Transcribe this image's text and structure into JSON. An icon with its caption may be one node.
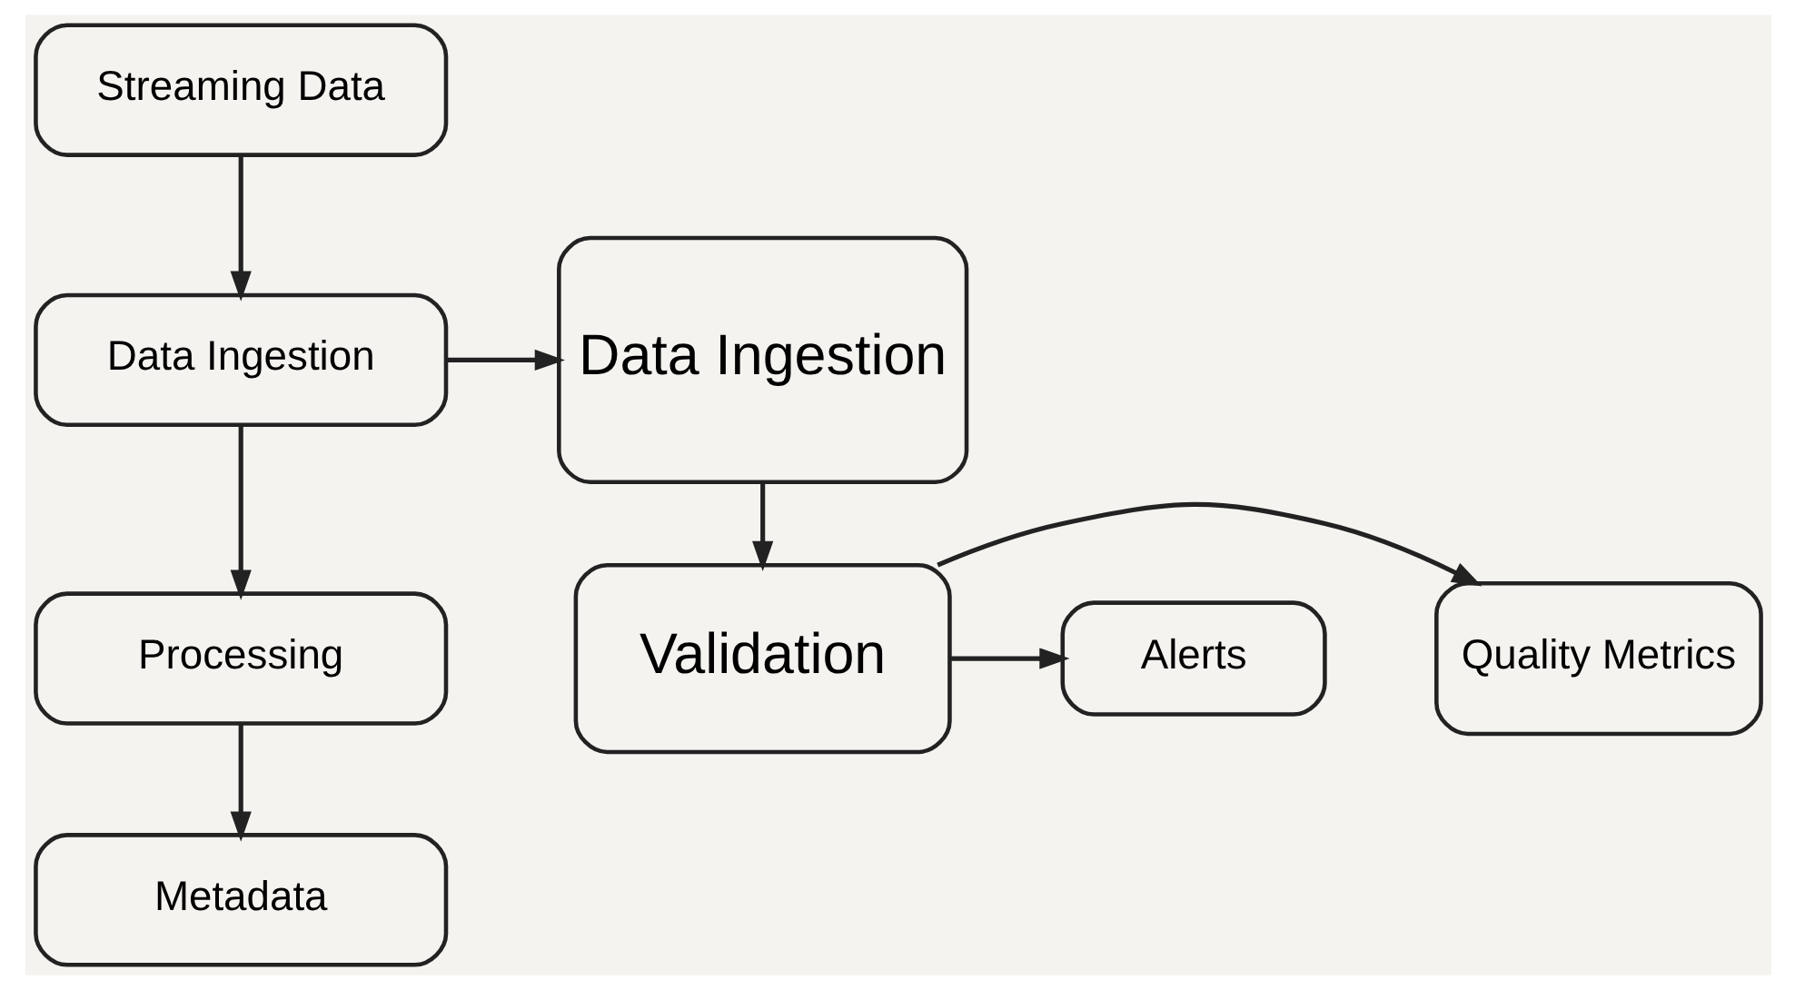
{
  "diagram": {
    "nodes": [
      {
        "text": [
          "Streaming Data"
        ]
      },
      {
        "text": [
          "Data Ingestion"
        ]
      },
      {
        "text": [
          "Processing"
        ]
      },
      {
        "text": [
          "Metadata"
        ]
      },
      {
        "text": [
          "Data Ingestion"
        ]
      },
      {
        "text": [
          "Validation"
        ]
      },
      {
        "text": [
          "Quality Metrics"
        ]
      },
      {
        "text": [
          "Alerts"
        ]
      }
    ],
    "edges": [
      {
        "from": 0,
        "to": 1,
        "arrow": "to"
      },
      {
        "from": 1,
        "to": 2,
        "arrow": "to"
      },
      {
        "from": 2,
        "to": 3,
        "arrow": "to"
      },
      {
        "from": 1,
        "to": 4,
        "arrow": "to"
      },
      {
        "from": 4,
        "to": 5,
        "arrow": "to"
      },
      {
        "from": 5,
        "to": 6,
        "arrow": "to"
      },
      {
        "from": 5,
        "to": 7,
        "arrow": "to"
      }
    ]
  }
}
